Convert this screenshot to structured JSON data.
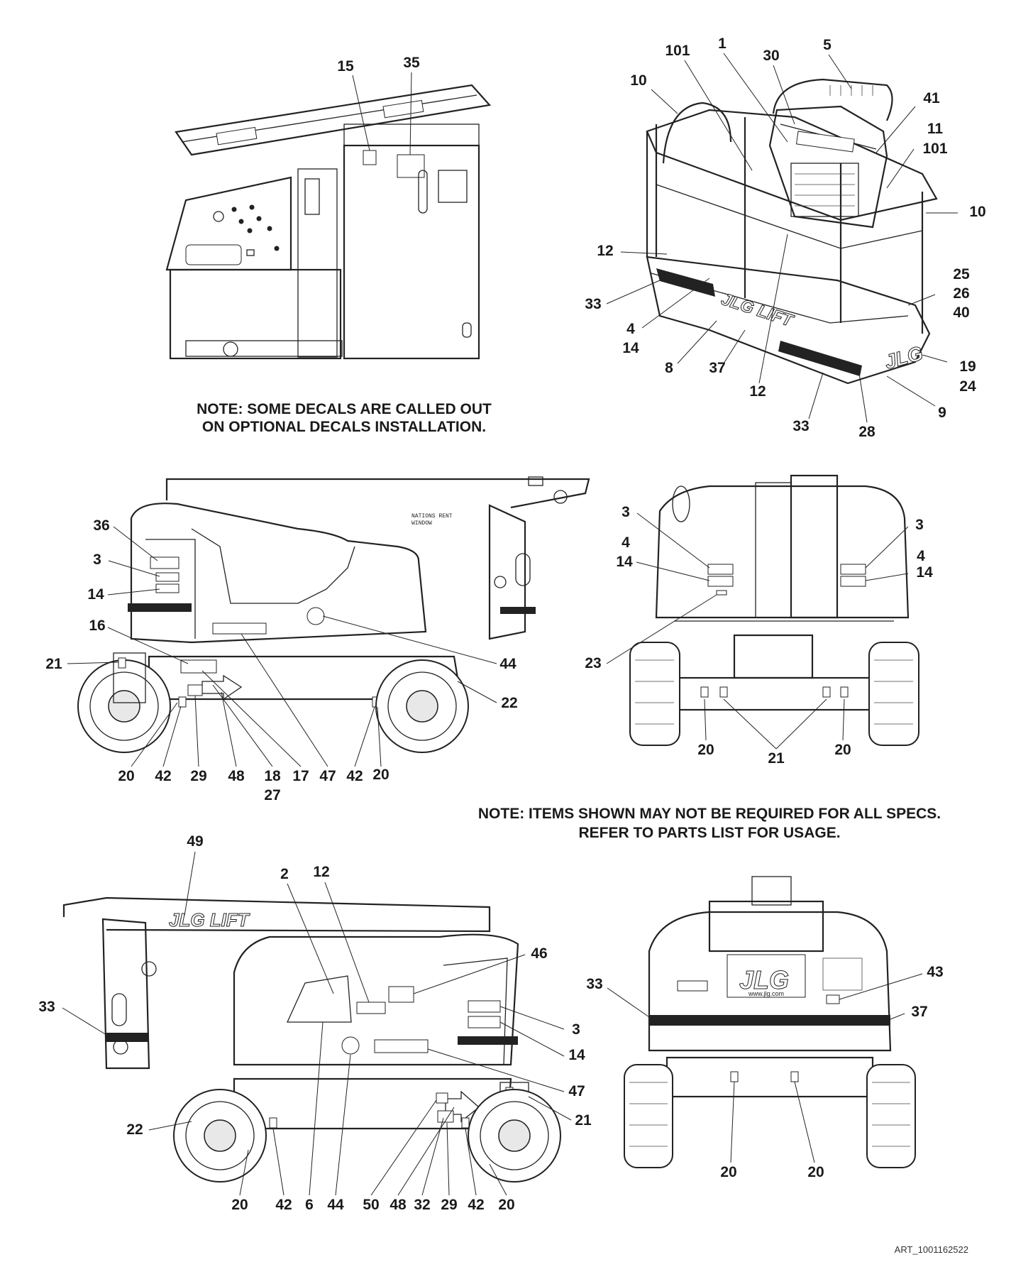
{
  "notes": {
    "decals_note_line1": "NOTE: SOME DECALS ARE CALLED OUT",
    "decals_note_line2": "ON OPTIONAL DECALS INSTALLATION.",
    "specs_note_line1": "NOTE: ITEMS SHOWN MAY NOT BE REQUIRED FOR ALL SPECS.",
    "specs_note_line2": "REFER TO PARTS LIST FOR USAGE."
  },
  "art_id": "ART_1001162522",
  "brand": {
    "logo": "JLG",
    "boom_logo": "JLG LIFT",
    "url": "www.jlg.com"
  },
  "panel_text": {
    "window_line1": "NATIONS RENT",
    "window_line2": "WINDOW"
  },
  "callouts": {
    "turntable": [
      "15",
      "35"
    ],
    "platform": [
      "101",
      "1",
      "30",
      "5",
      "10",
      "41",
      "11",
      "101",
      "10",
      "12",
      "25",
      "26",
      "40",
      "33",
      "4",
      "14",
      "8",
      "37",
      "12",
      "19",
      "24",
      "9",
      "33",
      "28"
    ],
    "left_side": [
      "36",
      "3",
      "14",
      "16",
      "21",
      "44",
      "22",
      "20",
      "42",
      "29",
      "48",
      "18",
      "27",
      "17",
      "47",
      "42",
      "20"
    ],
    "rear_view": [
      "3",
      "4",
      "14",
      "3",
      "4",
      "14",
      "23",
      "20",
      "21",
      "20"
    ],
    "right_side": [
      "49",
      "2",
      "12",
      "46",
      "33",
      "3",
      "14",
      "47",
      "21",
      "22",
      "20",
      "42",
      "6",
      "44",
      "50",
      "48",
      "32",
      "29",
      "42",
      "20"
    ],
    "front_view": [
      "43",
      "33",
      "37",
      "20",
      "20"
    ]
  }
}
